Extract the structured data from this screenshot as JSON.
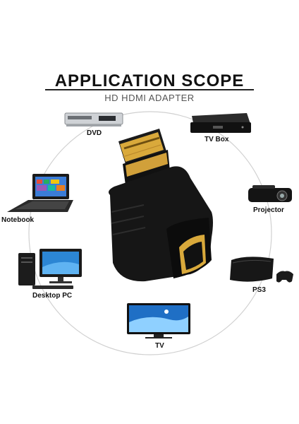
{
  "header": {
    "title": "APPLICATION SCOPE",
    "subtitle": "HD HDMI ADAPTER"
  },
  "devices": [
    {
      "label": "DVD",
      "icon": "dvd-player-icon"
    },
    {
      "label": "TV Box",
      "icon": "tv-box-icon"
    },
    {
      "label": "Notebook",
      "icon": "laptop-icon"
    },
    {
      "label": "Projector",
      "icon": "projector-icon"
    },
    {
      "label": "Desktop PC",
      "icon": "desktop-pc-icon"
    },
    {
      "label": "PS3",
      "icon": "game-console-icon"
    },
    {
      "label": "TV",
      "icon": "tv-icon"
    }
  ],
  "product": {
    "icon": "hdmi-adapter-icon"
  },
  "colors": {
    "text": "#111111",
    "circle": "#d0d0d0",
    "adapter_body": "#161616",
    "connector_gold": "#d9a93b"
  }
}
